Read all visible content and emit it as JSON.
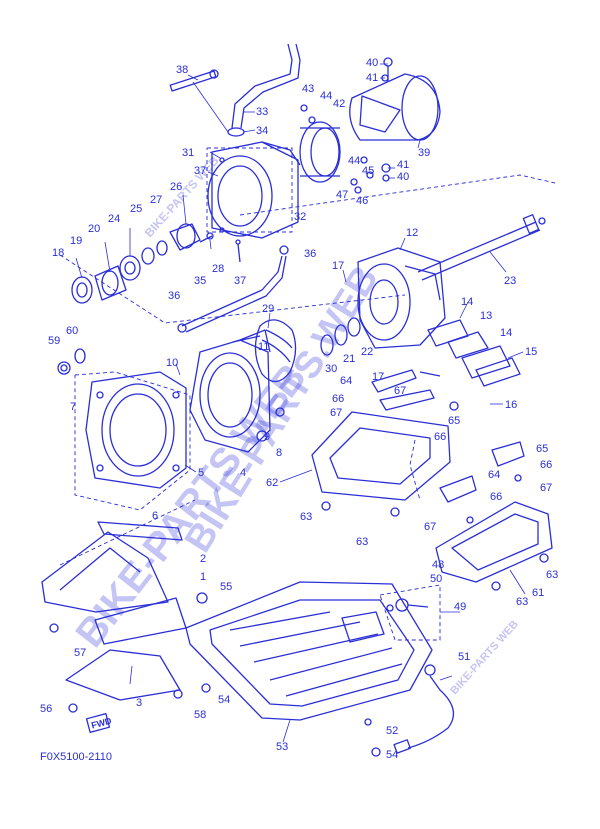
{
  "diagram_code": "F0X5100-2110",
  "fwd_label": "FWD",
  "watermarks": [
    "BIKE-PARTS WEB",
    "BIKE-PARTS.WEB",
    "BIKE-PARTS WEB",
    "BIKE-PARTS WEB"
  ],
  "accent_color": "#2a2fd6",
  "callouts": [
    {
      "id": "38",
      "label": "38"
    },
    {
      "id": "33",
      "label": "33"
    },
    {
      "id": "34",
      "label": "34"
    },
    {
      "id": "40a",
      "label": "40"
    },
    {
      "id": "41a",
      "label": "41"
    },
    {
      "id": "43",
      "label": "43"
    },
    {
      "id": "44a",
      "label": "44"
    },
    {
      "id": "42",
      "label": "42"
    },
    {
      "id": "39",
      "label": "39"
    },
    {
      "id": "31",
      "label": "31"
    },
    {
      "id": "37a",
      "label": "37"
    },
    {
      "id": "44b",
      "label": "44"
    },
    {
      "id": "45",
      "label": "45"
    },
    {
      "id": "41b",
      "label": "41"
    },
    {
      "id": "40b",
      "label": "40"
    },
    {
      "id": "47",
      "label": "47"
    },
    {
      "id": "46",
      "label": "46"
    },
    {
      "id": "26",
      "label": "26"
    },
    {
      "id": "27",
      "label": "27"
    },
    {
      "id": "25",
      "label": "25"
    },
    {
      "id": "24",
      "label": "24"
    },
    {
      "id": "20",
      "label": "20"
    },
    {
      "id": "19",
      "label": "19"
    },
    {
      "id": "18",
      "label": "18"
    },
    {
      "id": "32",
      "label": "32"
    },
    {
      "id": "28",
      "label": "28"
    },
    {
      "id": "37b",
      "label": "37"
    },
    {
      "id": "36a",
      "label": "36"
    },
    {
      "id": "12",
      "label": "12"
    },
    {
      "id": "17a",
      "label": "17"
    },
    {
      "id": "23",
      "label": "23"
    },
    {
      "id": "35",
      "label": "35"
    },
    {
      "id": "36b",
      "label": "36"
    },
    {
      "id": "29",
      "label": "29"
    },
    {
      "id": "14a",
      "label": "14"
    },
    {
      "id": "13",
      "label": "13"
    },
    {
      "id": "14b",
      "label": "14"
    },
    {
      "id": "15",
      "label": "15"
    },
    {
      "id": "60",
      "label": "60"
    },
    {
      "id": "59",
      "label": "59"
    },
    {
      "id": "11",
      "label": "11"
    },
    {
      "id": "30",
      "label": "30"
    },
    {
      "id": "21",
      "label": "21"
    },
    {
      "id": "22",
      "label": "22"
    },
    {
      "id": "10",
      "label": "10"
    },
    {
      "id": "64a",
      "label": "64"
    },
    {
      "id": "17b",
      "label": "17"
    },
    {
      "id": "67a",
      "label": "67"
    },
    {
      "id": "16",
      "label": "16"
    },
    {
      "id": "66a",
      "label": "66"
    },
    {
      "id": "65a",
      "label": "65"
    },
    {
      "id": "7",
      "label": "7"
    },
    {
      "id": "67b",
      "label": "67"
    },
    {
      "id": "9",
      "label": "9"
    },
    {
      "id": "66b",
      "label": "66"
    },
    {
      "id": "8",
      "label": "8"
    },
    {
      "id": "65b",
      "label": "65"
    },
    {
      "id": "5",
      "label": "5"
    },
    {
      "id": "4",
      "label": "4"
    },
    {
      "id": "66c",
      "label": "66"
    },
    {
      "id": "64b",
      "label": "64"
    },
    {
      "id": "62",
      "label": "62"
    },
    {
      "id": "66d",
      "label": "66"
    },
    {
      "id": "67c",
      "label": "67"
    },
    {
      "id": "6",
      "label": "6"
    },
    {
      "id": "63a",
      "label": "63"
    },
    {
      "id": "67d",
      "label": "67"
    },
    {
      "id": "63b",
      "label": "63"
    },
    {
      "id": "2",
      "label": "2"
    },
    {
      "id": "48",
      "label": "48"
    },
    {
      "id": "63c",
      "label": "63"
    },
    {
      "id": "1",
      "label": "1"
    },
    {
      "id": "50",
      "label": "50"
    },
    {
      "id": "55",
      "label": "55"
    },
    {
      "id": "61",
      "label": "61"
    },
    {
      "id": "63d",
      "label": "63"
    },
    {
      "id": "49",
      "label": "49"
    },
    {
      "id": "57",
      "label": "57"
    },
    {
      "id": "51",
      "label": "51"
    },
    {
      "id": "54a",
      "label": "54"
    },
    {
      "id": "3",
      "label": "3"
    },
    {
      "id": "56",
      "label": "56"
    },
    {
      "id": "58",
      "label": "58"
    },
    {
      "id": "52",
      "label": "52"
    },
    {
      "id": "53",
      "label": "53"
    },
    {
      "id": "54b",
      "label": "54"
    }
  ]
}
